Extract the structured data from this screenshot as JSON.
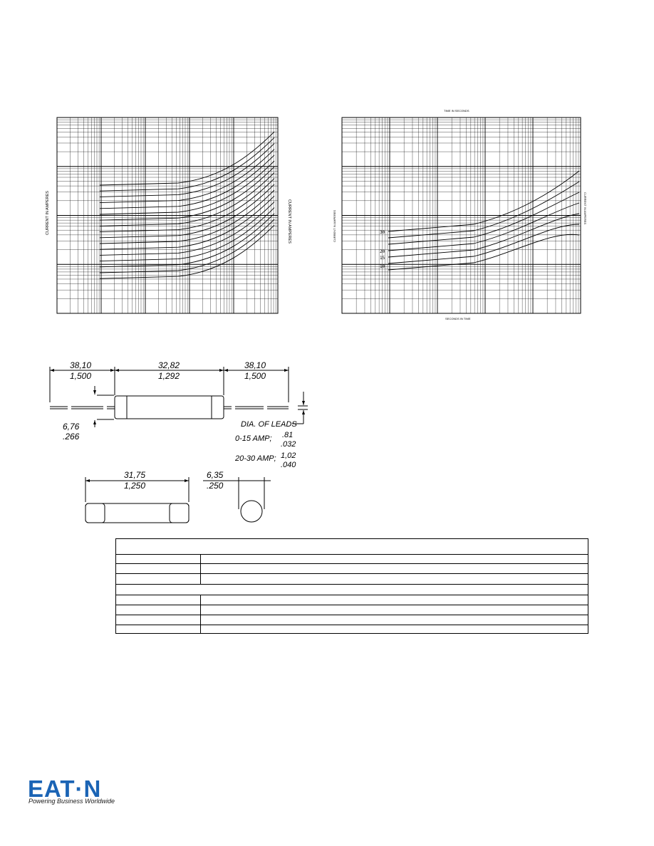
{
  "charts": [
    {
      "id": "left-chart",
      "y_axis_label": "CURRENT IN AMPERES",
      "y_axis_label_right": "CURRENT IN AMPERES",
      "curve_count": 17
    },
    {
      "id": "right-chart",
      "top_label": "TIME IN SECONDS",
      "bottom_label": "SECONDS IN TIME",
      "left_label": "CURRENT IN AMPERES",
      "right_label": "CURRENT IN AMPERES",
      "curve_labels": [
        "30",
        "20",
        "15",
        "10"
      ],
      "curve_count": 7
    }
  ],
  "drawing": {
    "lead_left_mm": "38,10",
    "lead_left_in": "1,500",
    "body_len_mm": "32,82",
    "body_len_in": "1,292",
    "lead_right_mm": "38,10",
    "lead_right_in": "1,500",
    "body_dia_mm": "6,76",
    "body_dia_in": ".266",
    "dia_leads_title": "DIA. OF LEADS",
    "dia_leads_rating1": "0-15 AMP;",
    "dia_leads_val1_mm": ".81",
    "dia_leads_val1_in": ".032",
    "dia_leads_rating2": "20-30 AMP;",
    "dia_leads_val2_mm": "1,02",
    "dia_leads_val2_in": ".040",
    "cartridge_len_mm": "31,75",
    "cartridge_len_in": "1,250",
    "cartridge_dia_mm": "6,35",
    "cartridge_dia_in": ".250"
  },
  "brand": {
    "name": "EAT·N",
    "tagline": "Powering Business Worldwide",
    "color": "#1b64b5"
  }
}
